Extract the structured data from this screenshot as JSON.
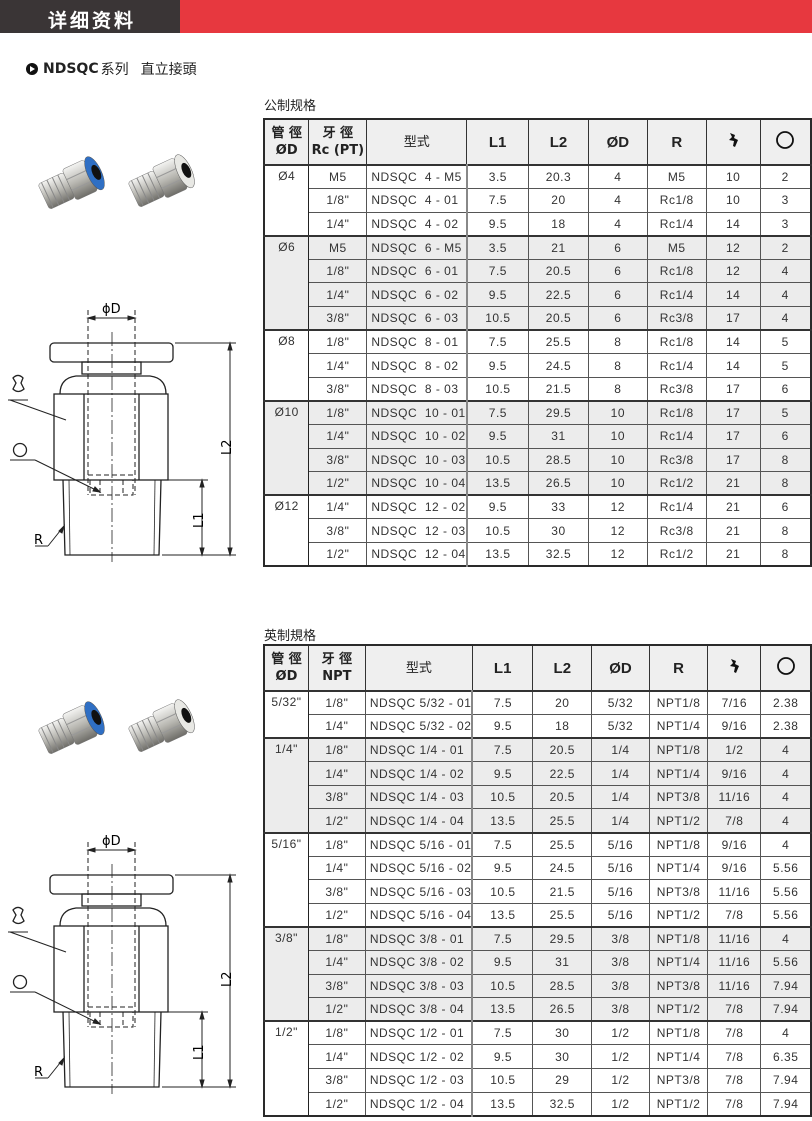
{
  "header": {
    "title": "详细资料",
    "accent_color": "#e7383f",
    "dark_color": "#3a3536"
  },
  "series": {
    "code": "NDSQC",
    "suffix": "系列",
    "name": "直立接頭"
  },
  "drawing_labels": {
    "od": "ϕD",
    "l1": "L1",
    "l2": "L2",
    "r": "R"
  },
  "metric": {
    "label": "公制规格",
    "headers": {
      "tube_top": "管 徑",
      "tube_bottom": "ØD",
      "thread_top": "牙 徑",
      "thread_bottom": "Rc (PT)",
      "model": "型式",
      "l1": "L1",
      "l2": "L2",
      "od": "ØD",
      "r": "R",
      "wrench": "wrench-icon",
      "hex": "hex-socket-icon"
    },
    "groups": [
      {
        "tube": "Ø4",
        "rows": [
          [
            "M5",
            "NDSQC  4 - M5",
            "3.5",
            "20.3",
            "4",
            "M5",
            "10",
            "2"
          ],
          [
            "1/8\"",
            "NDSQC  4 - 01",
            "7.5",
            "20",
            "4",
            "Rc1/8",
            "10",
            "3"
          ],
          [
            "1/4\"",
            "NDSQC  4 - 02",
            "9.5",
            "18",
            "4",
            "Rc1/4",
            "14",
            "3"
          ]
        ]
      },
      {
        "tube": "Ø6",
        "rows": [
          [
            "M5",
            "NDSQC  6 - M5",
            "3.5",
            "21",
            "6",
            "M5",
            "12",
            "2"
          ],
          [
            "1/8\"",
            "NDSQC  6 - 01",
            "7.5",
            "20.5",
            "6",
            "Rc1/8",
            "12",
            "4"
          ],
          [
            "1/4\"",
            "NDSQC  6 - 02",
            "9.5",
            "22.5",
            "6",
            "Rc1/4",
            "14",
            "4"
          ],
          [
            "3/8\"",
            "NDSQC  6 - 03",
            "10.5",
            "20.5",
            "6",
            "Rc3/8",
            "17",
            "4"
          ]
        ]
      },
      {
        "tube": "Ø8",
        "rows": [
          [
            "1/8\"",
            "NDSQC  8 - 01",
            "7.5",
            "25.5",
            "8",
            "Rc1/8",
            "14",
            "5"
          ],
          [
            "1/4\"",
            "NDSQC  8 - 02",
            "9.5",
            "24.5",
            "8",
            "Rc1/4",
            "14",
            "5"
          ],
          [
            "3/8\"",
            "NDSQC  8 - 03",
            "10.5",
            "21.5",
            "8",
            "Rc3/8",
            "17",
            "6"
          ]
        ]
      },
      {
        "tube": "Ø10",
        "rows": [
          [
            "1/8\"",
            "NDSQC  10 - 01",
            "7.5",
            "29.5",
            "10",
            "Rc1/8",
            "17",
            "5"
          ],
          [
            "1/4\"",
            "NDSQC  10 - 02",
            "9.5",
            "31",
            "10",
            "Rc1/4",
            "17",
            "6"
          ],
          [
            "3/8\"",
            "NDSQC  10 - 03",
            "10.5",
            "28.5",
            "10",
            "Rc3/8",
            "17",
            "8"
          ],
          [
            "1/2\"",
            "NDSQC  10 - 04",
            "13.5",
            "26.5",
            "10",
            "Rc1/2",
            "21",
            "8"
          ]
        ]
      },
      {
        "tube": "Ø12",
        "rows": [
          [
            "1/4\"",
            "NDSQC  12 - 02",
            "9.5",
            "33",
            "12",
            "Rc1/4",
            "21",
            "6"
          ],
          [
            "3/8\"",
            "NDSQC  12 - 03",
            "10.5",
            "30",
            "12",
            "Rc3/8",
            "21",
            "8"
          ],
          [
            "1/2\"",
            "NDSQC  12 - 04",
            "13.5",
            "32.5",
            "12",
            "Rc1/2",
            "21",
            "8"
          ]
        ]
      }
    ]
  },
  "imperial": {
    "label": "英制規格",
    "headers": {
      "tube_top": "管 徑",
      "tube_bottom": "ØD",
      "thread_top": "牙 徑",
      "thread_bottom": "NPT",
      "model": "型式",
      "l1": "L1",
      "l2": "L2",
      "od": "ØD",
      "r": "R",
      "wrench": "wrench-icon",
      "hex": "hex-socket-icon"
    },
    "groups": [
      {
        "tube": "5/32\"",
        "rows": [
          [
            "1/8\"",
            "NDSQC 5/32 - 01",
            "7.5",
            "20",
            "5/32",
            "NPT1/8",
            "7/16",
            "2.38"
          ],
          [
            "1/4\"",
            "NDSQC 5/32 - 02",
            "9.5",
            "18",
            "5/32",
            "NPT1/4",
            "9/16",
            "2.38"
          ]
        ]
      },
      {
        "tube": "1/4\"",
        "rows": [
          [
            "1/8\"",
            "NDSQC 1/4 - 01",
            "7.5",
            "20.5",
            "1/4",
            "NPT1/8",
            "1/2",
            "4"
          ],
          [
            "1/4\"",
            "NDSQC 1/4 - 02",
            "9.5",
            "22.5",
            "1/4",
            "NPT1/4",
            "9/16",
            "4"
          ],
          [
            "3/8\"",
            "NDSQC 1/4 - 03",
            "10.5",
            "20.5",
            "1/4",
            "NPT3/8",
            "11/16",
            "4"
          ],
          [
            "1/2\"",
            "NDSQC 1/4 - 04",
            "13.5",
            "25.5",
            "1/4",
            "NPT1/2",
            "7/8",
            "4"
          ]
        ]
      },
      {
        "tube": "5/16\"",
        "rows": [
          [
            "1/8\"",
            "NDSQC 5/16 - 01",
            "7.5",
            "25.5",
            "5/16",
            "NPT1/8",
            "9/16",
            "4"
          ],
          [
            "1/4\"",
            "NDSQC 5/16 - 02",
            "9.5",
            "24.5",
            "5/16",
            "NPT1/4",
            "9/16",
            "5.56"
          ],
          [
            "3/8\"",
            "NDSQC 5/16 - 03",
            "10.5",
            "21.5",
            "5/16",
            "NPT3/8",
            "11/16",
            "5.56"
          ],
          [
            "1/2\"",
            "NDSQC 5/16 - 04",
            "13.5",
            "25.5",
            "5/16",
            "NPT1/2",
            "7/8",
            "5.56"
          ]
        ]
      },
      {
        "tube": "3/8\"",
        "rows": [
          [
            "1/8\"",
            "NDSQC 3/8 - 01",
            "7.5",
            "29.5",
            "3/8",
            "NPT1/8",
            "11/16",
            "4"
          ],
          [
            "1/4\"",
            "NDSQC 3/8 - 02",
            "9.5",
            "31",
            "3/8",
            "NPT1/4",
            "11/16",
            "5.56"
          ],
          [
            "3/8\"",
            "NDSQC 3/8 - 03",
            "10.5",
            "28.5",
            "3/8",
            "NPT3/8",
            "11/16",
            "7.94"
          ],
          [
            "1/2\"",
            "NDSQC 3/8 - 04",
            "13.5",
            "26.5",
            "3/8",
            "NPT1/2",
            "7/8",
            "7.94"
          ]
        ]
      },
      {
        "tube": "1/2\"",
        "rows": [
          [
            "1/8\"",
            "NDSQC 1/2 - 01",
            "7.5",
            "30",
            "1/2",
            "NPT1/8",
            "7/8",
            "4"
          ],
          [
            "1/4\"",
            "NDSQC 1/2 - 02",
            "9.5",
            "30",
            "1/2",
            "NPT1/4",
            "7/8",
            "6.35"
          ],
          [
            "3/8\"",
            "NDSQC 1/2 - 03",
            "10.5",
            "29",
            "1/2",
            "NPT3/8",
            "7/8",
            "7.94"
          ],
          [
            "1/2\"",
            "NDSQC 1/2 - 04",
            "13.5",
            "32.5",
            "1/2",
            "NPT1/2",
            "7/8",
            "7.94"
          ]
        ]
      }
    ]
  }
}
